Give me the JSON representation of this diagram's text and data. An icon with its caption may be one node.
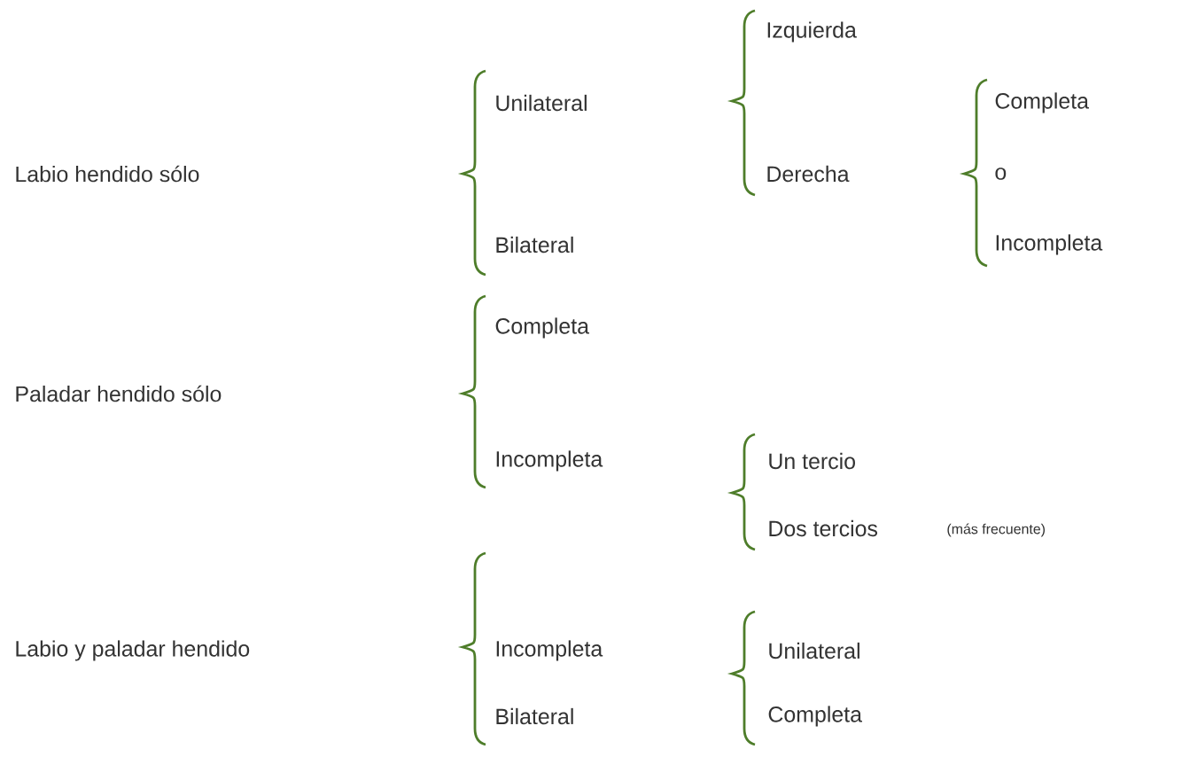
{
  "diagram": {
    "labels": [
      "Izquierda",
      "Unilateral",
      "Completa",
      "Labio hendido sólo",
      "Derecha",
      "o",
      "Bilateral",
      "Incompleta",
      "Completa",
      "Paladar hendido sólo",
      "Incompleta",
      "Un tercio",
      "Dos tercios",
      "(más frecuente)",
      "Labio y paladar hendido",
      "Incompleta",
      "Unilateral",
      "Bilateral",
      "Completa"
    ]
  }
}
